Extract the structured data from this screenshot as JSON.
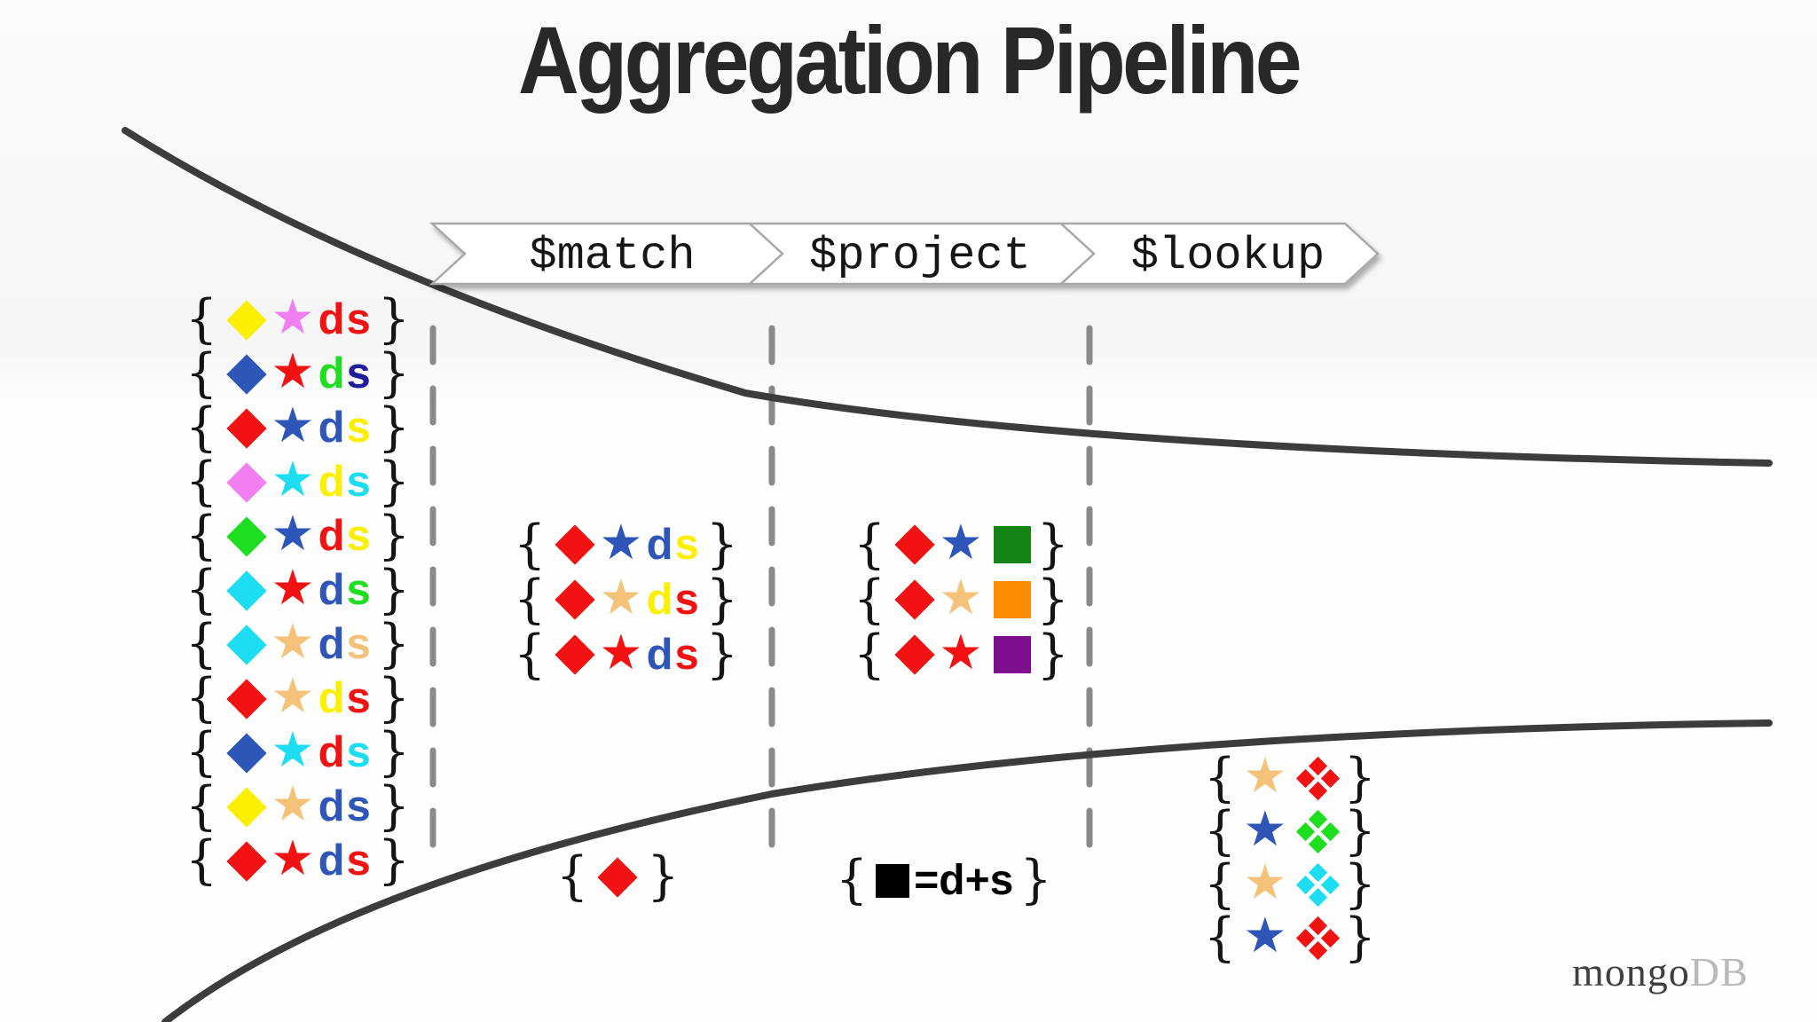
{
  "title": "Aggregation Pipeline",
  "stages": [
    {
      "label": "$match"
    },
    {
      "label": "$project"
    },
    {
      "label": "$lookup"
    }
  ],
  "doc_tokens": {
    "open": "{",
    "close": "}",
    "d": "d",
    "s": "s",
    "star": "★"
  },
  "palette": {
    "red": "#F21212",
    "blue": "#2E56B8",
    "navy": "#211C9C",
    "green": "#1FDD1F",
    "darkgreen": "#148414",
    "yellow": "#FCEF00",
    "magenta": "#F27FF2",
    "cyan": "#1CDDF2",
    "tan": "#F4C379",
    "orange": "#FF8C00",
    "purple": "#7D0E8E",
    "black": "#000000",
    "funnel_line": "#3C3C3F",
    "dashed_line": "#8A8A8A",
    "chevron_border": "#A8A8A8"
  },
  "input_docs": [
    {
      "shapes": [
        [
          "diamond",
          "yellow"
        ],
        [
          "star",
          "magenta"
        ],
        [
          "d",
          "red"
        ],
        [
          "s",
          "red"
        ]
      ]
    },
    {
      "shapes": [
        [
          "diamond",
          "blue"
        ],
        [
          "star",
          "red"
        ],
        [
          "d",
          "green"
        ],
        [
          "s",
          "navy"
        ]
      ]
    },
    {
      "shapes": [
        [
          "diamond",
          "red"
        ],
        [
          "star",
          "blue"
        ],
        [
          "d",
          "blue"
        ],
        [
          "s",
          "yellow"
        ]
      ]
    },
    {
      "shapes": [
        [
          "diamond",
          "magenta"
        ],
        [
          "star",
          "cyan"
        ],
        [
          "d",
          "yellow"
        ],
        [
          "s",
          "cyan"
        ]
      ]
    },
    {
      "shapes": [
        [
          "diamond",
          "green"
        ],
        [
          "star",
          "blue"
        ],
        [
          "d",
          "red"
        ],
        [
          "s",
          "yellow"
        ]
      ]
    },
    {
      "shapes": [
        [
          "diamond",
          "cyan"
        ],
        [
          "star",
          "red"
        ],
        [
          "d",
          "blue"
        ],
        [
          "s",
          "green"
        ]
      ]
    },
    {
      "shapes": [
        [
          "diamond",
          "cyan"
        ],
        [
          "star",
          "tan"
        ],
        [
          "d",
          "blue"
        ],
        [
          "s",
          "tan"
        ]
      ]
    },
    {
      "shapes": [
        [
          "diamond",
          "red"
        ],
        [
          "star",
          "tan"
        ],
        [
          "d",
          "yellow"
        ],
        [
          "s",
          "red"
        ]
      ]
    },
    {
      "shapes": [
        [
          "diamond",
          "blue"
        ],
        [
          "star",
          "cyan"
        ],
        [
          "d",
          "red"
        ],
        [
          "s",
          "cyan"
        ]
      ]
    },
    {
      "shapes": [
        [
          "diamond",
          "yellow"
        ],
        [
          "star",
          "tan"
        ],
        [
          "d",
          "blue"
        ],
        [
          "s",
          "blue"
        ]
      ]
    },
    {
      "shapes": [
        [
          "diamond",
          "red"
        ],
        [
          "star",
          "red"
        ],
        [
          "d",
          "blue"
        ],
        [
          "s",
          "red"
        ]
      ]
    }
  ],
  "match_docs": [
    {
      "shapes": [
        [
          "diamond",
          "red"
        ],
        [
          "star",
          "blue"
        ],
        [
          "d",
          "blue"
        ],
        [
          "s",
          "yellow"
        ]
      ]
    },
    {
      "shapes": [
        [
          "diamond",
          "red"
        ],
        [
          "star",
          "tan"
        ],
        [
          "d",
          "yellow"
        ],
        [
          "s",
          "red"
        ]
      ]
    },
    {
      "shapes": [
        [
          "diamond",
          "red"
        ],
        [
          "star",
          "red"
        ],
        [
          "d",
          "blue"
        ],
        [
          "s",
          "red"
        ]
      ]
    }
  ],
  "project_docs": [
    {
      "shapes": [
        [
          "diamond",
          "red"
        ],
        [
          "star",
          "blue"
        ],
        [
          "square",
          "darkgreen"
        ]
      ]
    },
    {
      "shapes": [
        [
          "diamond",
          "red"
        ],
        [
          "star",
          "tan"
        ],
        [
          "square",
          "orange"
        ]
      ]
    },
    {
      "shapes": [
        [
          "diamond",
          "red"
        ],
        [
          "star",
          "red"
        ],
        [
          "square",
          "purple"
        ]
      ]
    }
  ],
  "lookup_docs": [
    {
      "shapes": [
        [
          "star",
          "tan"
        ],
        [
          "cluster",
          "red"
        ]
      ]
    },
    {
      "shapes": [
        [
          "star",
          "blue"
        ],
        [
          "cluster",
          "green"
        ]
      ]
    },
    {
      "shapes": [
        [
          "star",
          "tan"
        ],
        [
          "cluster",
          "cyan"
        ]
      ]
    },
    {
      "shapes": [
        [
          "star",
          "blue"
        ],
        [
          "cluster",
          "red"
        ]
      ]
    }
  ],
  "annotations": {
    "match_filter_shape": [
      "diamond",
      "red"
    ],
    "projection_square": [
      "square",
      "black"
    ],
    "projection_text": "=d+s"
  },
  "logo": {
    "mongo": "mongo",
    "db": "DB"
  }
}
